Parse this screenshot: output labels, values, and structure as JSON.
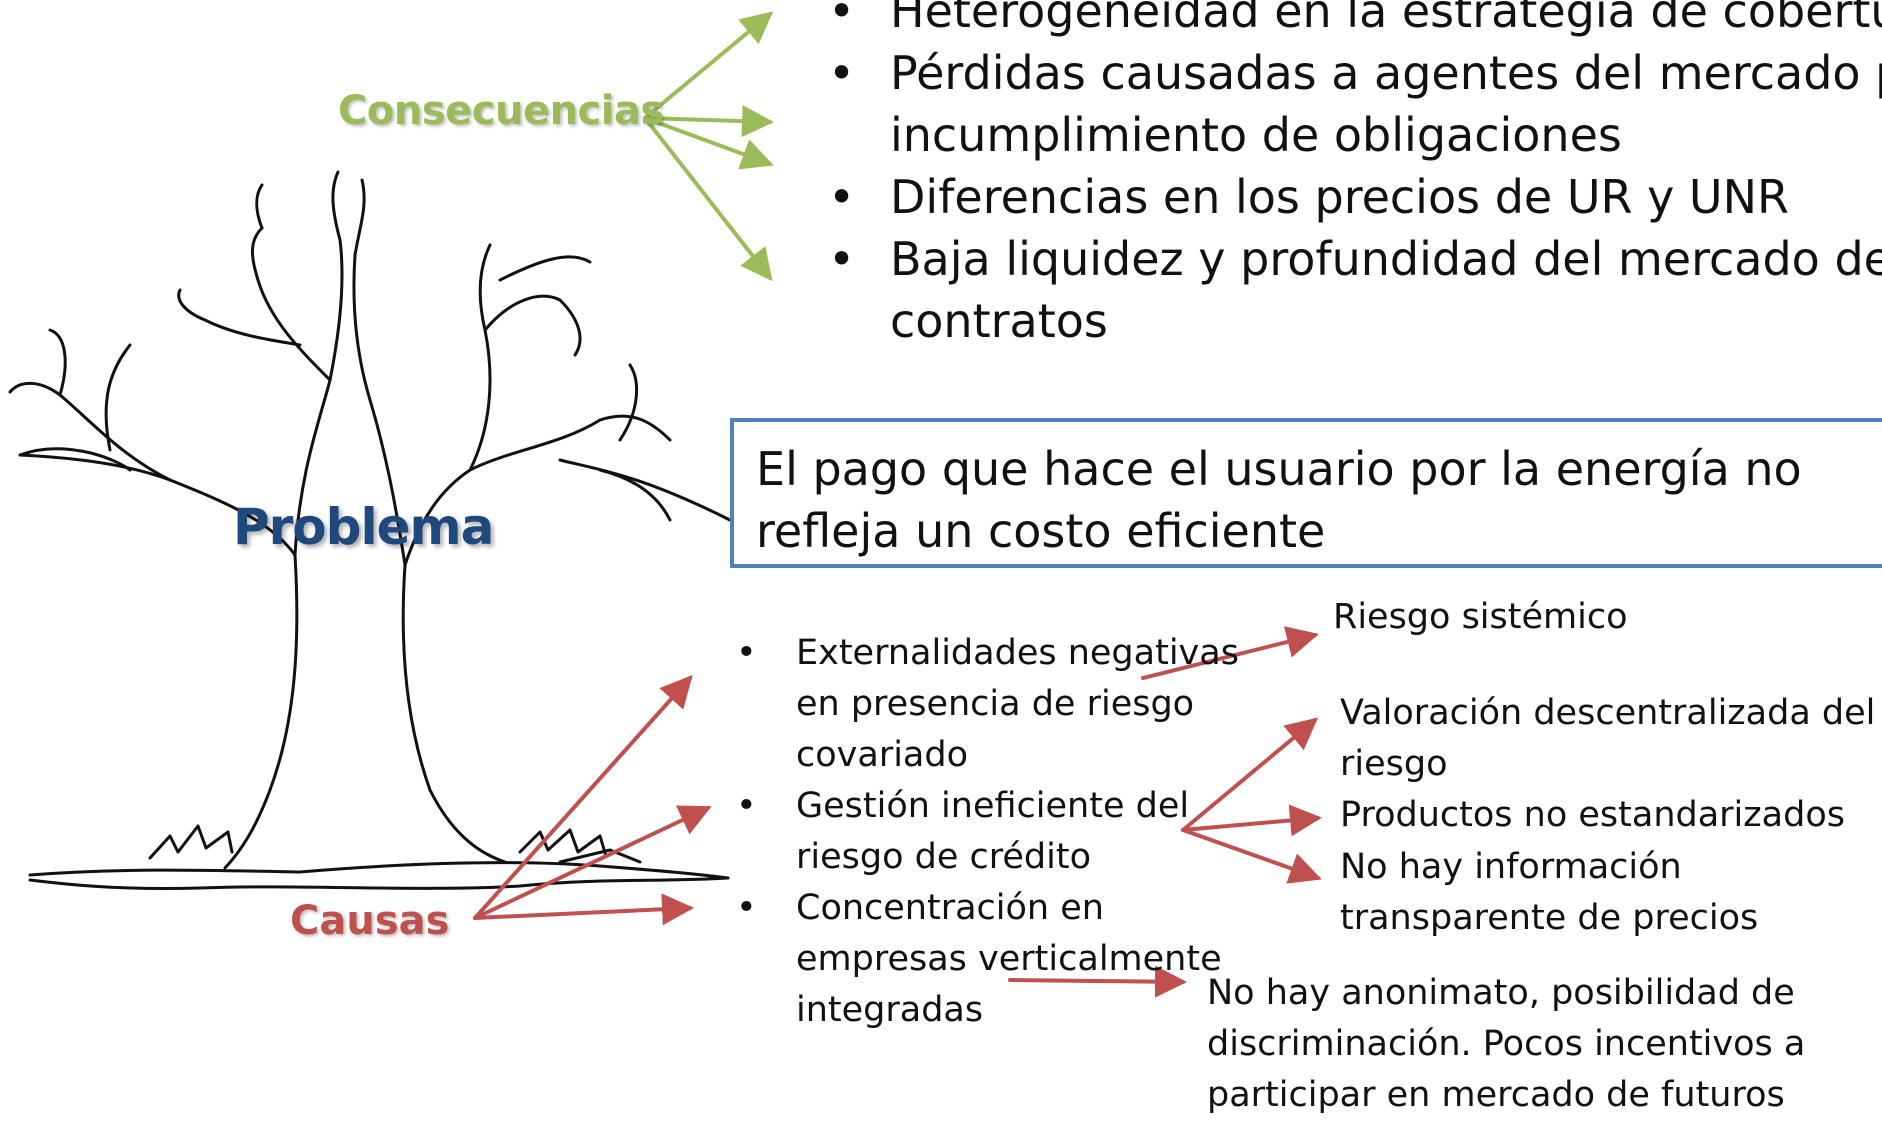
{
  "diagram": {
    "consequences_label": "Consecuencias",
    "problem_label": "Problema",
    "causes_label": "Causas",
    "consequences": [
      "Heterogeneidad en la estrategia de cobertura",
      "Pérdidas causadas a agentes del mercado por incumplimiento de obligaciones",
      "Diferencias en los precios de UR y UNR",
      "Baja liquidez y profundidad del mercado de contratos"
    ],
    "problem_statement": "El pago que hace el usuario por la energía no refleja un costo eficiente",
    "causes": [
      "Externalidades negativas en presencia de riesgo covariado",
      "Gestión ineficiente del riesgo de crédito",
      "Concentración en empresas verticalmente integradas"
    ],
    "effects": {
      "systemic": "Riesgo sistémico",
      "decentralized_valuation": "Valoración descentralizada del riesgo",
      "non_standard_products": "Productos no estandarizados",
      "no_price_info": "No hay información transparente de precios",
      "no_anonymity": "No hay anonimato, posibilidad de discriminación. Pocos incentivos a participar en mercado de futuros"
    },
    "colors": {
      "consequences": "#9bbb59",
      "problem": "#1f497d",
      "causes": "#c0504d",
      "box_border": "#4f81bd"
    }
  }
}
